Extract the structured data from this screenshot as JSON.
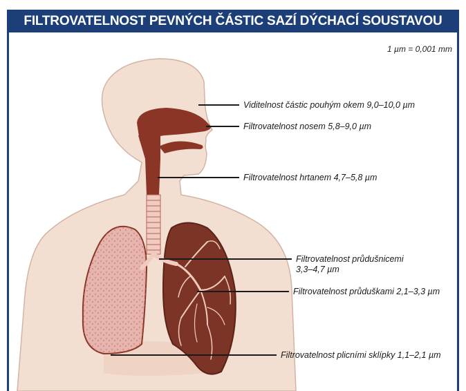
{
  "title": "FILTROVATELNOST PEVNÝCH ČÁSTIC SAZÍ DÝCHACÍ SOUSTAVOU",
  "unit_note": "1 µm = 0,001 mm",
  "colors": {
    "title_bar": "#1c3f7a",
    "skin": "#f3dfd2",
    "airway": "#8a3526",
    "lung_left": "#e6b3ad",
    "lung_right": "#7c3426"
  },
  "labels": [
    {
      "id": "eye",
      "text": "Viditelnost částic pouhým okem 9,0–10,0 µm"
    },
    {
      "id": "nose",
      "text": "Filtrovatelnost nosem 5,8–9,0 µm"
    },
    {
      "id": "larynx",
      "text": "Filtrovatelnost hrtanem 4,7–5,8 µm"
    },
    {
      "id": "bronchi",
      "line1": "Filtrovatelnost průdušnicemi",
      "line2": "3,3–4,7 µm"
    },
    {
      "id": "bronchioles",
      "text": "Filtrovatelnost průduškami 2,1–3,3 µm"
    },
    {
      "id": "alveoli",
      "text": "Filtrovatelnost plicními sklípky 1,1–2,1 µm"
    }
  ]
}
